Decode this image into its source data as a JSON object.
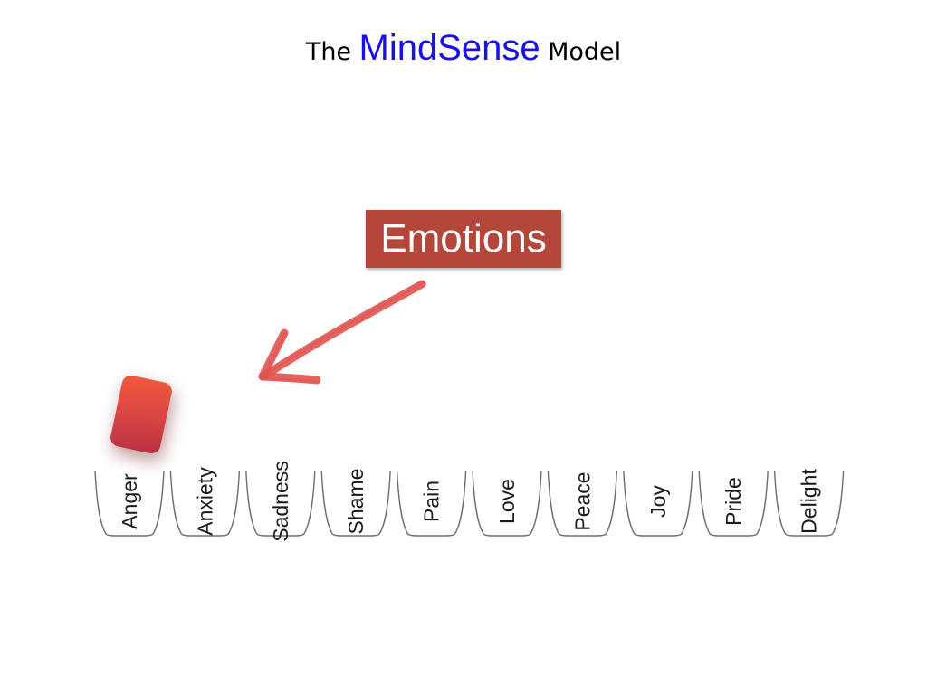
{
  "title": {
    "prefix": "The",
    "brand": "MindSense",
    "suffix": "Model",
    "brand_color": "#1a10e8"
  },
  "emotions_label": {
    "text": "Emotions",
    "color": "#b5473a"
  },
  "arrow": {
    "color": "#e05450",
    "direction": "down-left",
    "style": "hand-drawn"
  },
  "token": {
    "color": "#e04a40",
    "sits_in": "Anger"
  },
  "cups": [
    {
      "label": "Anger"
    },
    {
      "label": "Anxiety"
    },
    {
      "label": "Sadness"
    },
    {
      "label": "Shame"
    },
    {
      "label": "Pain"
    },
    {
      "label": "Love"
    },
    {
      "label": "Peace"
    },
    {
      "label": "Joy"
    },
    {
      "label": "Pride"
    },
    {
      "label": "Delight"
    }
  ]
}
